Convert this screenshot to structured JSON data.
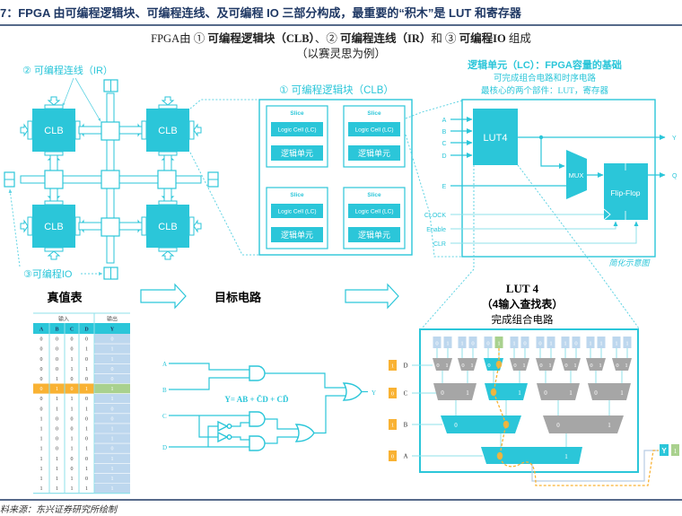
{
  "header": {
    "title": "7：FPGA 由可编程逻辑块、可编程连线、及可编程 IO 三部分构成，最重要的“积木”是 LUT 和寄存器"
  },
  "subtitle": {
    "prefix": "FPGA由 ① ",
    "clb": "可编程逻辑块（CLB）",
    "sep1": "、② ",
    "ir": "可编程连线（IR）",
    "sep2": "和 ③ ",
    "io": "可编程IO",
    "suffix": " 组成",
    "note": "（以赛灵思为例）"
  },
  "fabric": {
    "ir_label": "② 可编程连线（IR）",
    "io_label": "③可编程IO",
    "clb_label": "CLB"
  },
  "clb_detail": {
    "title": "① 可编程逻辑块（CLB）",
    "slice_label": "Slice",
    "lc_label": "Logic Cell (LC)",
    "lc_cn_label": "逻辑单元"
  },
  "lc_detail": {
    "title": "逻辑单元（LC）：FPGA容量的基础",
    "line1": "可完成组合电路和时序电路",
    "line2": "最核心的两个部件：LUT，寄存器",
    "lut_label": "LUT4",
    "mux_label": "MUX",
    "ff_label": "Flip-Flop",
    "inputs": [
      "A",
      "B",
      "C",
      "D"
    ],
    "e_label": "E",
    "clock_label": "CLOCK",
    "enable_label": "Enable",
    "clr_label": "CLR",
    "out_y": "Y",
    "out_q": "Q",
    "caption": "简化示意图"
  },
  "flow": {
    "truth_table_label": "真值表",
    "target_circuit_label": "目标电路"
  },
  "truth_table": {
    "group_input": "输入",
    "group_output": "输出",
    "columns": [
      "A",
      "B",
      "C",
      "D",
      "Y"
    ],
    "rows": [
      [
        0,
        0,
        0,
        0,
        0
      ],
      [
        0,
        0,
        0,
        1,
        1
      ],
      [
        0,
        0,
        1,
        0,
        1
      ],
      [
        0,
        0,
        1,
        1,
        0
      ],
      [
        0,
        1,
        0,
        0,
        0
      ],
      [
        0,
        1,
        0,
        1,
        1
      ],
      [
        0,
        1,
        1,
        0,
        1
      ],
      [
        0,
        1,
        1,
        1,
        0
      ],
      [
        1,
        0,
        0,
        0,
        0
      ],
      [
        1,
        0,
        0,
        1,
        1
      ],
      [
        1,
        0,
        1,
        0,
        1
      ],
      [
        1,
        0,
        1,
        1,
        0
      ],
      [
        1,
        1,
        0,
        0,
        1
      ],
      [
        1,
        1,
        0,
        1,
        1
      ],
      [
        1,
        1,
        1,
        0,
        1
      ],
      [
        1,
        1,
        1,
        1,
        1
      ]
    ],
    "highlight_row": 5
  },
  "circuit": {
    "inputs": [
      "A",
      "B",
      "C",
      "D"
    ],
    "output": "Y",
    "formula": "Y= AB + C̄D + CD̄"
  },
  "lut": {
    "title": "LUT 4",
    "subtitle": "（4输入查找表）",
    "caption": "完成组合电路",
    "bits": [
      0,
      1,
      1,
      0,
      0,
      1,
      1,
      0,
      0,
      1,
      1,
      0,
      1,
      1,
      1,
      1
    ],
    "highlight_bit": 5,
    "selects": [
      {
        "name": "D",
        "value": "1"
      },
      {
        "name": "C",
        "value": "0"
      },
      {
        "name": "B",
        "value": "1"
      },
      {
        "name": "A",
        "value": "0"
      }
    ],
    "active_mux": [
      2,
      1,
      0,
      0
    ],
    "mux_input_labels": [
      "0",
      "1"
    ],
    "output": {
      "name": "Y",
      "value": "1"
    }
  },
  "footer": {
    "source": "料来源：东兴证券研究所绘制"
  },
  "colors": {
    "accent": "#2bc6d9",
    "title": "#1f3864",
    "select_input": "#f9b233",
    "output_highlight": "#a9d18e",
    "output_column": "#bdd7ee",
    "mux_inactive": "#a6a6a6",
    "wire_light": "#8fe0ea"
  }
}
